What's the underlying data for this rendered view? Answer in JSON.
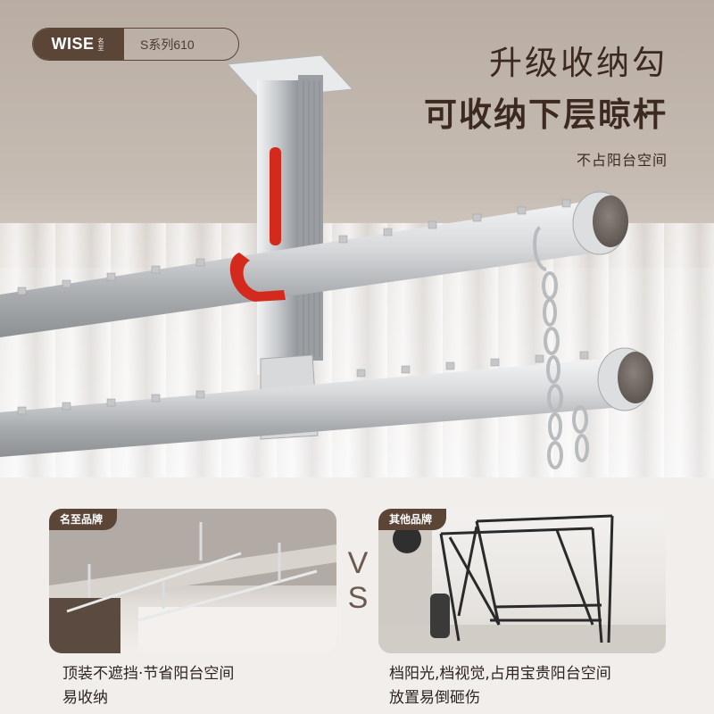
{
  "brand": {
    "logo": "WISE",
    "logo_sub": "名至",
    "series": "S系列610"
  },
  "hero": {
    "headline_1": "升级收纳勾",
    "headline_2": "可收纳下层晾杆",
    "tagline": "不占阳台空间"
  },
  "compare": {
    "left_tag": "名至品牌",
    "right_tag": "其他品牌",
    "vs_top": "V",
    "vs_bottom": "S",
    "left_caption_1": "顶装不遮挡·节省阳台空间",
    "left_caption_2": "易收纳",
    "right_caption_1": "档阳光,档视觉,占用宝贵阳台空间",
    "right_caption_2": "放置易倒砸伤"
  },
  "colors": {
    "brand_brown": "#5b4537",
    "hook_red": "#d42a1e",
    "rod_silver": "#c9cbcd"
  }
}
